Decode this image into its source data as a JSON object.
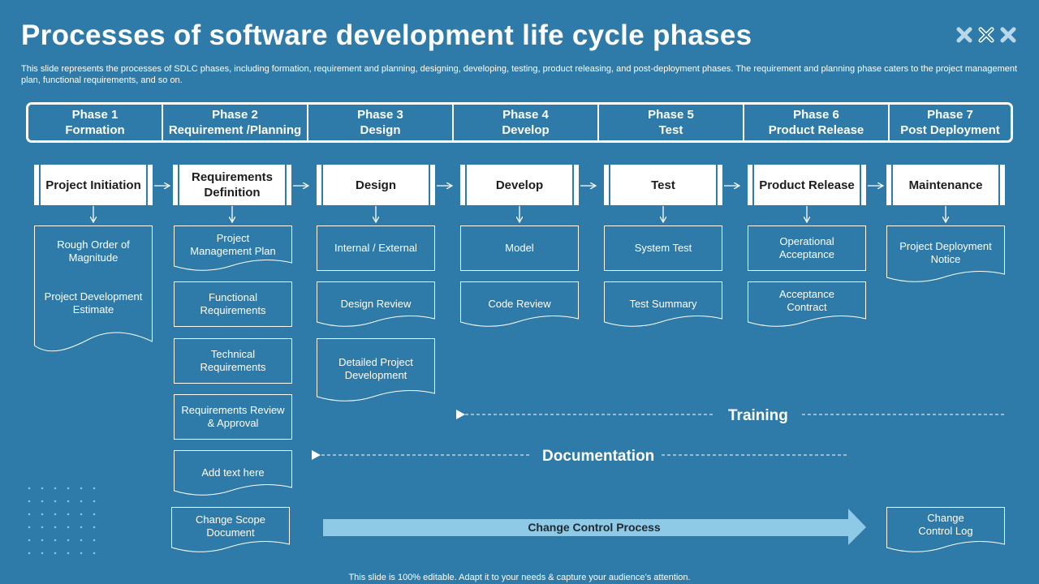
{
  "title": "Processes of software development life cycle phases",
  "subtitle": "This slide represents the processes of SDLC phases, including formation, requirement and planning, designing, developing, testing, product releasing, and post-deployment phases. The requirement and planning phase caters to the project management plan, functional requirements, and so on.",
  "phases": [
    {
      "line1": "Phase 1",
      "line2": "Formation"
    },
    {
      "line1": "Phase 2",
      "line2": "Requirement /Planning"
    },
    {
      "line1": "Phase 3",
      "line2": "Design"
    },
    {
      "line1": "Phase 4",
      "line2": "Develop"
    },
    {
      "line1": "Phase 5",
      "line2": "Test"
    },
    {
      "line1": "Phase 6",
      "line2": "Product Release"
    },
    {
      "line1": "Phase 7",
      "line2": "Post Deployment"
    }
  ],
  "process_headers": [
    "Project Initiation",
    "Requirements Definition",
    "Design",
    "Develop",
    "Test",
    "Product Release",
    "Maintenance"
  ],
  "col1": {
    "line1": "Rough Order of Magnitude",
    "line2": "Project Development Estimate"
  },
  "col2": [
    "Project Management Plan",
    "Functional Requirements",
    "Technical Requirements",
    "Requirements Review & Approval",
    "Add text here"
  ],
  "col3": [
    "Internal / External",
    "Design Review",
    "Detailed Project Development"
  ],
  "col4": [
    "Model",
    "Code Review"
  ],
  "col5": [
    "System Test",
    "Test Summary"
  ],
  "col6": [
    "Operational Acceptance",
    "Acceptance Contract"
  ],
  "col7": [
    "Project Deployment Notice"
  ],
  "change_scope": "Change Scope Document",
  "change_log": "Change Control Log",
  "training": "Training",
  "documentation": "Documentation",
  "change_control": "Change Control Process",
  "footer": "This slide is 100% editable. Adapt it to your needs & capture your audience’s attention.",
  "colors": {
    "background": "#2e7aa8",
    "arrow": "#8ec9e6",
    "header_fill": "#ffffff"
  }
}
